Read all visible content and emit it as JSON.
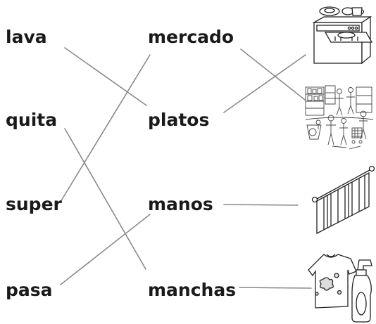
{
  "left_words": [
    "lava",
    "quita",
    "super",
    "pasa"
  ],
  "middle_words": [
    "mercado",
    "platos",
    "manos",
    "manchas"
  ],
  "pictures": [
    {
      "icon": "dishwasher-icon"
    },
    {
      "icon": "supermarket-icon"
    },
    {
      "icon": "blinds-icon"
    },
    {
      "icon": "stained-shirt-spray-icon"
    }
  ],
  "line_color": "#808080"
}
